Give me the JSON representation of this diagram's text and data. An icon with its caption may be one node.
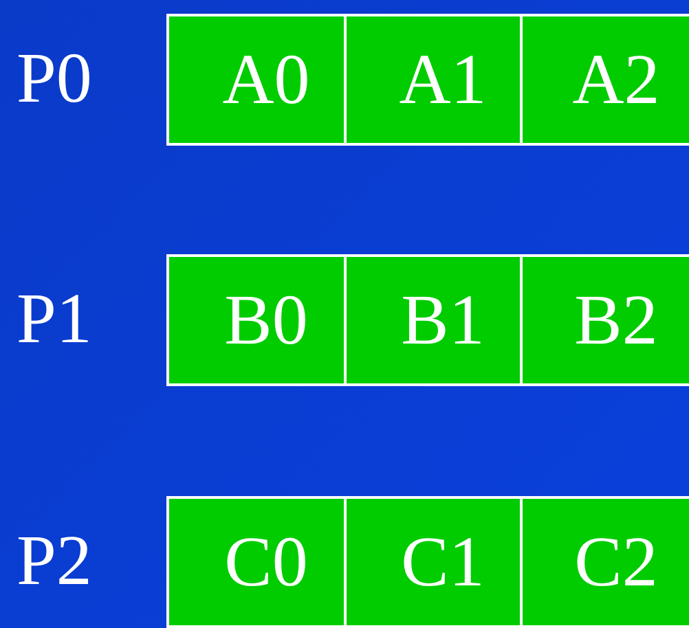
{
  "diagram": {
    "nodes": [
      {
        "text": [
          "A0"
        ]
      },
      {
        "text": [
          "A1"
        ]
      },
      {
        "text": [
          "A2"
        ]
      },
      {
        "text": [
          "B0"
        ]
      },
      {
        "text": [
          "B1"
        ]
      },
      {
        "text": [
          "B2"
        ]
      },
      {
        "text": [
          "C0"
        ]
      },
      {
        "text": [
          "C1"
        ]
      },
      {
        "text": [
          "C2"
        ]
      }
    ],
    "labels": [
      "P0",
      "P1",
      "P2"
    ]
  }
}
